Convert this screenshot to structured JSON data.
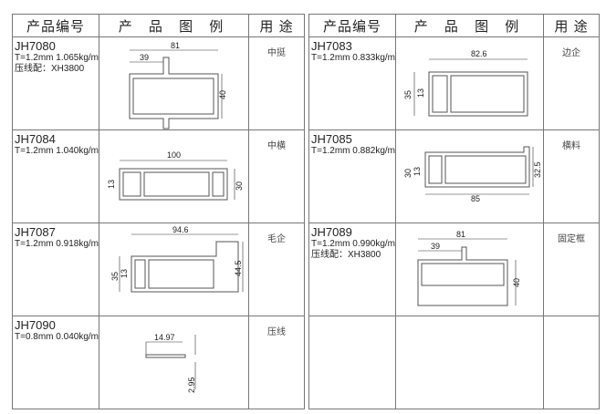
{
  "headers": {
    "code": "产品编号",
    "figure": "产 品 图 例",
    "use": "用 途"
  },
  "left": [
    {
      "code": "JH7080",
      "spec": "T=1.2mm  1.065kg/m",
      "extra": "压线配：XH3800",
      "use": "中挺",
      "dims": [
        "81",
        "39",
        "40"
      ]
    },
    {
      "code": "JH7084",
      "spec": "T=1.2mm  1.040kg/m",
      "extra": "",
      "use": "中横",
      "dims": [
        "100",
        "13",
        "30"
      ]
    },
    {
      "code": "JH7087",
      "spec": "T=1.2mm  0.918kg/m",
      "extra": "",
      "use": "毛企",
      "dims": [
        "94.6",
        "35",
        "13",
        "44.5"
      ]
    },
    {
      "code": "JH7090",
      "spec": "T=0.8mm  0.040kg/m",
      "extra": "",
      "use": "压线",
      "dims": [
        "14.97",
        "2.95"
      ]
    }
  ],
  "right": [
    {
      "code": "JH7083",
      "spec": "T=1.2mm  0.833kg/m",
      "extra": "",
      "use": "边企",
      "dims": [
        "82.6",
        "35",
        "13"
      ]
    },
    {
      "code": "JH7085",
      "spec": "T=1.2mm  0.882kg/m",
      "extra": "",
      "use": "横料",
      "dims": [
        "30",
        "13",
        "32.5",
        "85"
      ]
    },
    {
      "code": "JH7089",
      "spec": "T=1.2mm  0.990kg/m",
      "extra": "压线配：XH3800",
      "use": "固定框",
      "dims": [
        "81",
        "39",
        "40"
      ]
    }
  ]
}
